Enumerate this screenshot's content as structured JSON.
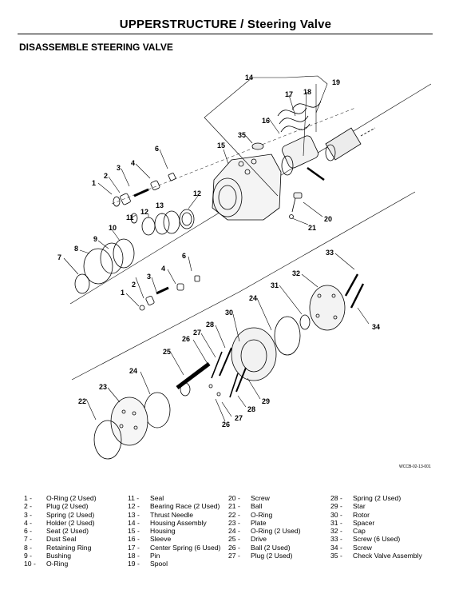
{
  "header": {
    "title": "UPPERSTRUCTURE / Steering Valve"
  },
  "section": {
    "title": "DISASSEMBLE STEERING VALVE"
  },
  "figure": {
    "code": "WCCB-02-13-001",
    "callouts": {
      "c1a": "1",
      "c2a": "2",
      "c3a": "3",
      "c4a": "4",
      "c6a": "6",
      "c12a": "12",
      "c11a": "11",
      "c12b": "12",
      "c13": "13",
      "c10": "10",
      "c9": "9",
      "c8": "8",
      "c7": "7",
      "c6b": "6",
      "c4b": "4",
      "c3b": "3",
      "c2b": "2",
      "c1b": "1",
      "c14": "14",
      "c15": "15",
      "c16": "16",
      "c17": "17",
      "c18": "18",
      "c19": "19",
      "c20": "20",
      "c21": "21",
      "c35": "35",
      "c33": "33",
      "c32": "32",
      "c31": "31",
      "c34": "34",
      "c30": "30",
      "c24a": "24",
      "c28a": "28",
      "c27a": "27",
      "c26a": "26",
      "c25": "25",
      "c24b": "24",
      "c23": "23",
      "c22": "22",
      "c29": "29",
      "c28b": "28",
      "c27b": "27",
      "c26b": "26"
    }
  },
  "legend": {
    "columns": [
      [
        {
          "num": "1 -",
          "text": "O-Ring (2 Used)"
        },
        {
          "num": "2 -",
          "text": "Plug (2 Used)"
        },
        {
          "num": "3 -",
          "text": "Spring (2 Used)"
        },
        {
          "num": "4 -",
          "text": "Holder (2 Used)"
        },
        {
          "num": "6 -",
          "text": "Seat (2 Used)"
        },
        {
          "num": "7 -",
          "text": "Dust Seal"
        },
        {
          "num": "8 -",
          "text": "Retaining Ring"
        },
        {
          "num": "9 -",
          "text": "Bushing"
        },
        {
          "num": "10 -",
          "text": "O-Ring"
        }
      ],
      [
        {
          "num": "11 -",
          "text": "Seal"
        },
        {
          "num": "12 -",
          "text": "Bearing Race (2 Used)"
        },
        {
          "num": "13 -",
          "text": "Thrust Needle"
        },
        {
          "num": "14 -",
          "text": "Housing Assembly"
        },
        {
          "num": "15 -",
          "text": "Housing"
        },
        {
          "num": "16 -",
          "text": "Sleeve"
        },
        {
          "num": "17 -",
          "text": "Center Spring (6 Used)"
        },
        {
          "num": "18 -",
          "text": "Pin"
        },
        {
          "num": "19 -",
          "text": "Spool"
        }
      ],
      [
        {
          "num": "20 -",
          "text": "Screw"
        },
        {
          "num": "21 -",
          "text": "Ball"
        },
        {
          "num": "22 -",
          "text": "O-Ring"
        },
        {
          "num": "23 -",
          "text": "Plate"
        },
        {
          "num": "24 -",
          "text": "O-Ring (2 Used)"
        },
        {
          "num": "25 -",
          "text": "Drive"
        },
        {
          "num": "26 -",
          "text": "Ball (2 Used)"
        },
        {
          "num": "27 -",
          "text": "Plug (2 Used)"
        }
      ],
      [
        {
          "num": "28 -",
          "text": "Spring (2 Used)"
        },
        {
          "num": "29 -",
          "text": "Star"
        },
        {
          "num": "30 -",
          "text": "Rotor"
        },
        {
          "num": "31 -",
          "text": "Spacer"
        },
        {
          "num": "32 -",
          "text": "Cap"
        },
        {
          "num": "33 -",
          "text": "Screw (6 Used)"
        },
        {
          "num": "34 -",
          "text": "Screw"
        },
        {
          "num": "35 -",
          "text": "Check Valve Assembly"
        }
      ]
    ]
  }
}
